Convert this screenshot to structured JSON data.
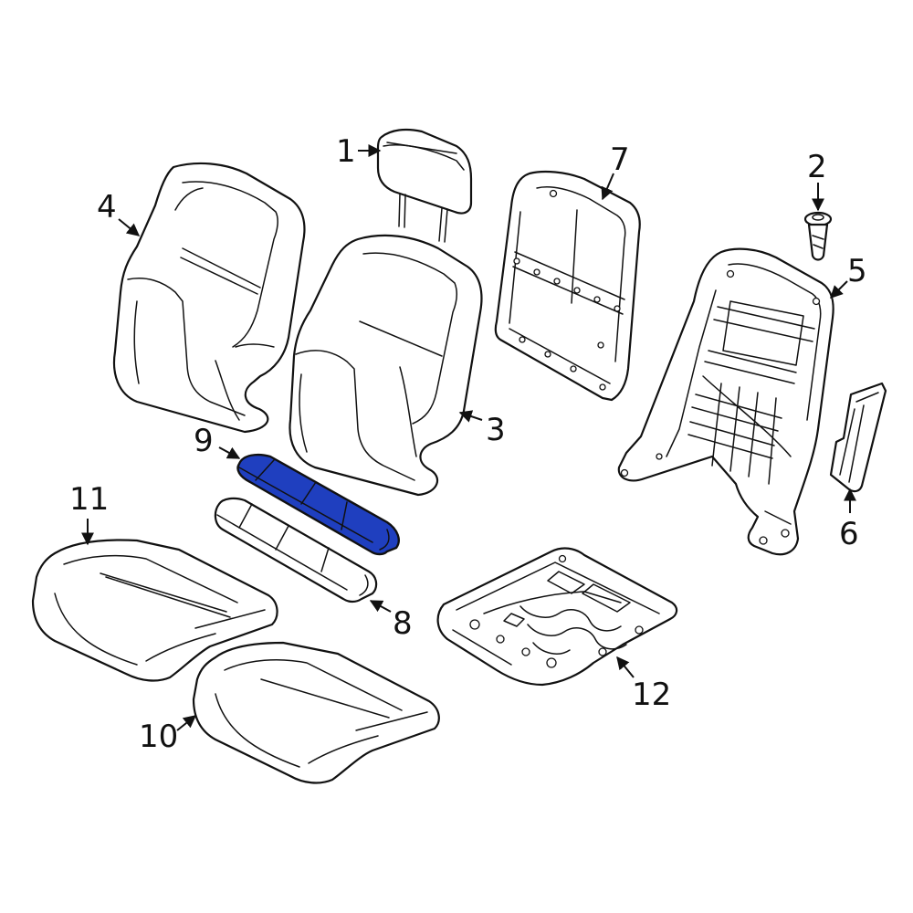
{
  "diagram": {
    "highlight_color": "#1f3fbf",
    "highlighted_part": "9",
    "callouts": [
      "1",
      "2",
      "3",
      "4",
      "5",
      "6",
      "7",
      "8",
      "9",
      "10",
      "11",
      "12"
    ]
  }
}
